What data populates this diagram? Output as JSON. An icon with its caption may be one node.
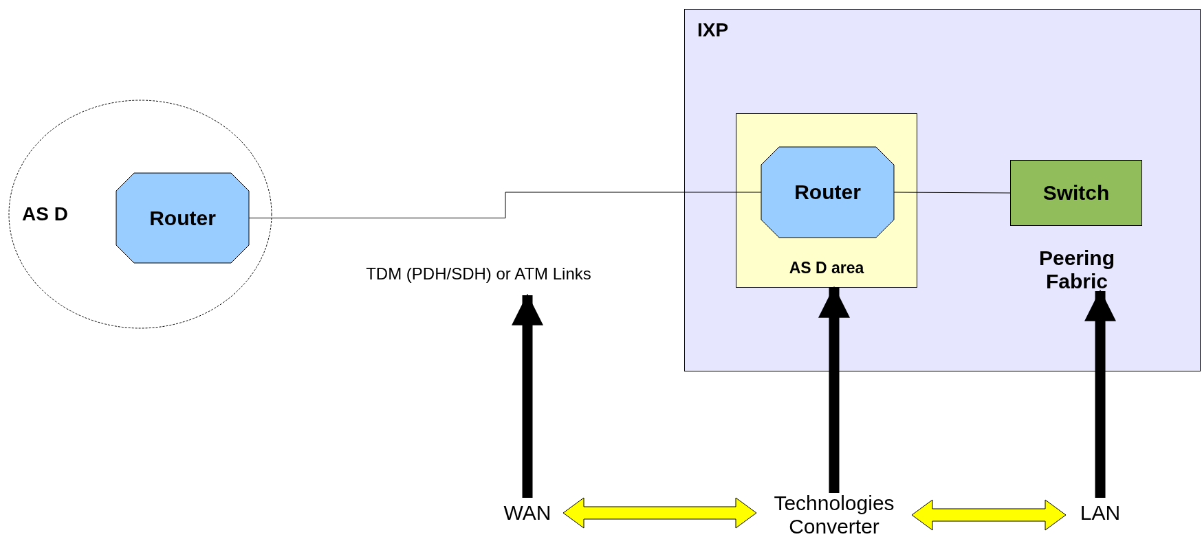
{
  "diagram": {
    "nodes": [
      {
        "text": [
          "AS D"
        ]
      },
      {
        "text": [
          "Router"
        ],
        "in": 0
      },
      {
        "text": [
          "TDM (PDH/SDH) or ATM Links"
        ]
      },
      {
        "text": [
          "IXP"
        ]
      },
      {
        "text": [
          "AS D area"
        ],
        "in": 3
      },
      {
        "text": [
          "Router"
        ],
        "in": 4
      },
      {
        "text": [
          "Switch"
        ],
        "in": 3
      },
      {
        "text": [
          "Peering Fabric"
        ],
        "in": 3
      },
      {
        "text": [
          "WAN"
        ]
      },
      {
        "text": [
          "Technologies Converter"
        ]
      },
      {
        "text": [
          "LAN"
        ]
      }
    ],
    "edges": [
      {
        "from": 1,
        "to": 5,
        "arrow": "none"
      },
      {
        "from": 5,
        "to": 6,
        "arrow": "none"
      },
      {
        "from": 8,
        "to": 2,
        "arrow": "to"
      },
      {
        "from": 9,
        "to": 4,
        "arrow": "to"
      },
      {
        "from": 10,
        "to": 7,
        "arrow": "to"
      },
      {
        "from": 8,
        "to": 9,
        "arrow": "both",
        "color": "#ffff00"
      },
      {
        "from": 9,
        "to": 10,
        "arrow": "both",
        "color": "#ffff00"
      }
    ]
  }
}
